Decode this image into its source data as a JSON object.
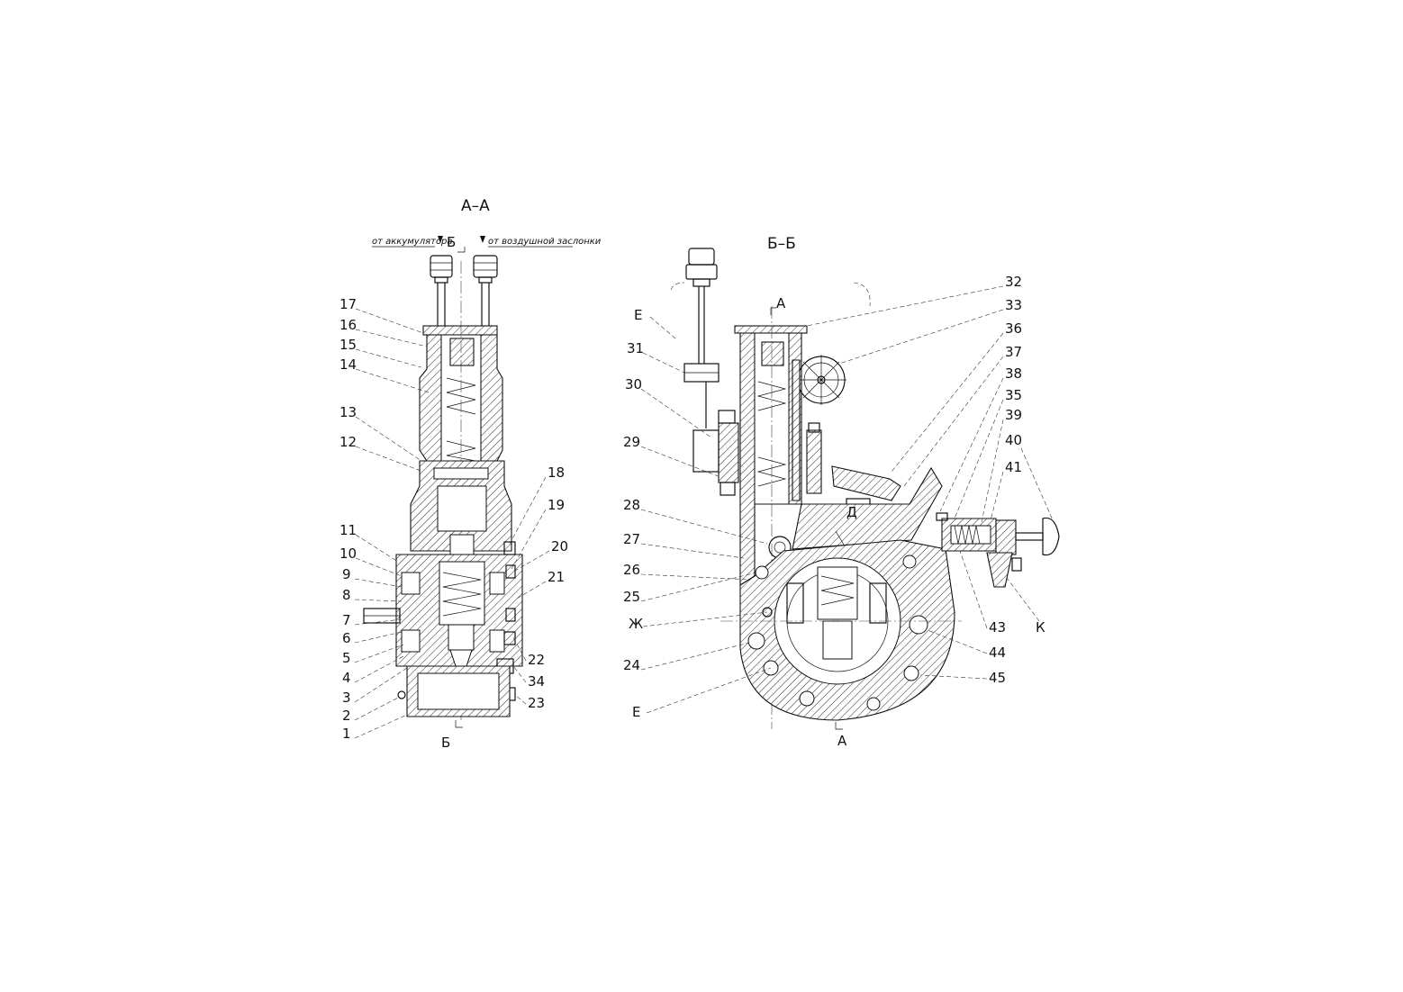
{
  "views": {
    "section_aa": {
      "title": "А–А"
    },
    "section_bb": {
      "title": "Б–Б"
    }
  },
  "flow_labels": {
    "from_accumulator": "от аккумулятора",
    "from_air_damper": "от воздушной заслонки"
  },
  "section_marks": {
    "b_top": "Б",
    "b_bottom": "Б",
    "a_top": "А",
    "a_bottom": "А"
  },
  "callouts_section_aa": [
    "17",
    "16",
    "15",
    "14",
    "13",
    "12",
    "11",
    "10",
    "9",
    "8",
    "7",
    "6",
    "5",
    "4",
    "3",
    "2",
    "1",
    "18",
    "19",
    "20",
    "21",
    "22",
    "34",
    "23"
  ],
  "callouts_section_bb": [
    "Е",
    "31",
    "30",
    "29",
    "28",
    "27",
    "26",
    "25",
    "Ж",
    "24",
    "Е",
    "32",
    "33",
    "36",
    "37",
    "38",
    "35",
    "39",
    "40",
    "41",
    "Д",
    "43",
    "44",
    "45",
    "К"
  ]
}
